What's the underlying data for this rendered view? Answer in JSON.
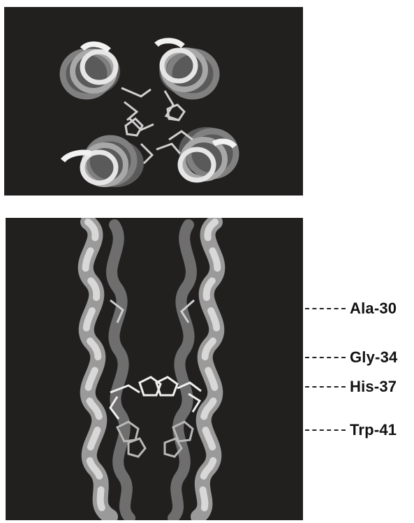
{
  "labels": [
    {
      "text": "Ala-30"
    },
    {
      "text": "Gly-34"
    },
    {
      "text": "His-37"
    },
    {
      "text": "Trp-41"
    }
  ]
}
